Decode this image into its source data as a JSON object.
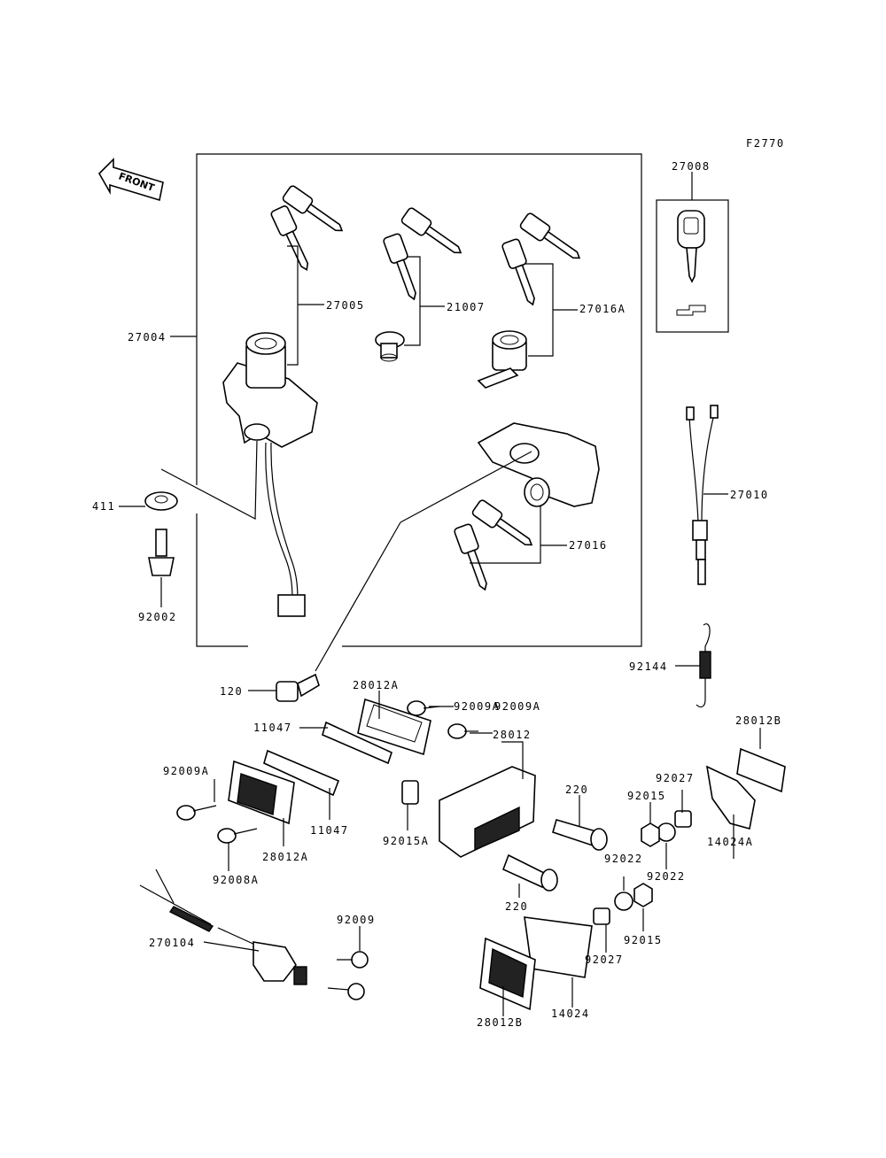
{
  "figure_code": "F2770",
  "front_label": "FRONT",
  "labels": {
    "p27008": "27008",
    "p27005": "27005",
    "p21007": "21007",
    "p27016A": "27016A",
    "p27004": "27004",
    "p27010": "27010",
    "p411": "411",
    "p27016": "27016",
    "p92002": "92002",
    "p92144": "92144",
    "p120": "120",
    "p28012A_top": "28012A",
    "p92009A_1": "92009A",
    "p92009A_2": "92009A",
    "p11047_1": "11047",
    "p28012": "28012",
    "p28012B_r": "28012B",
    "p92009A_l": "92009A",
    "p220_1": "220",
    "p92027_1": "92027",
    "p92015_1": "92015",
    "p11047_2": "11047",
    "p92015A": "92015A",
    "p28012A_bot": "28012A",
    "p92022_1": "92022",
    "p14024A": "14024A",
    "p92022_2": "92022",
    "p92008A": "92008A",
    "p220_2": "220",
    "p92009": "92009",
    "p92015_2": "92015",
    "p270104": "270104",
    "p92027_2": "92027",
    "p14024": "14024",
    "p28012B_b": "28012B"
  }
}
